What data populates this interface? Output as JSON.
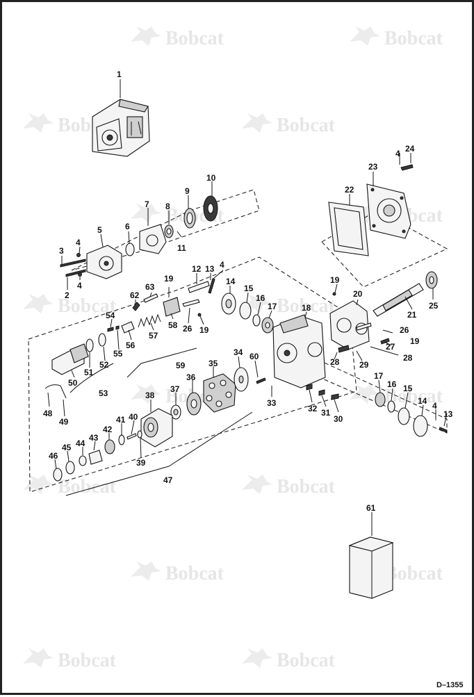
{
  "watermark": {
    "text": "Bobcat",
    "color": "#e6e6e6"
  },
  "drawing_id": "D–1355",
  "callouts": [
    "1",
    "2",
    "3",
    "4",
    "5",
    "6",
    "7",
    "8",
    "9",
    "10",
    "11",
    "12",
    "13",
    "14",
    "15",
    "16",
    "17",
    "18",
    "19",
    "20",
    "21",
    "22",
    "23",
    "24",
    "25",
    "26",
    "27",
    "28",
    "29",
    "30",
    "31",
    "32",
    "33",
    "34",
    "35",
    "36",
    "37",
    "38",
    "39",
    "40",
    "41",
    "42",
    "43",
    "44",
    "45",
    "46",
    "47",
    "48",
    "49",
    "50",
    "51",
    "52",
    "53",
    "54",
    "55",
    "56",
    "57",
    "58",
    "59",
    "60",
    "61",
    "62",
    "63"
  ],
  "repeat_callouts": {
    "c4": "4",
    "c13": "13",
    "c14": "14",
    "c15": "15",
    "c16": "16",
    "c17": "17",
    "c19": "19",
    "c26": "26",
    "c28": "28"
  }
}
